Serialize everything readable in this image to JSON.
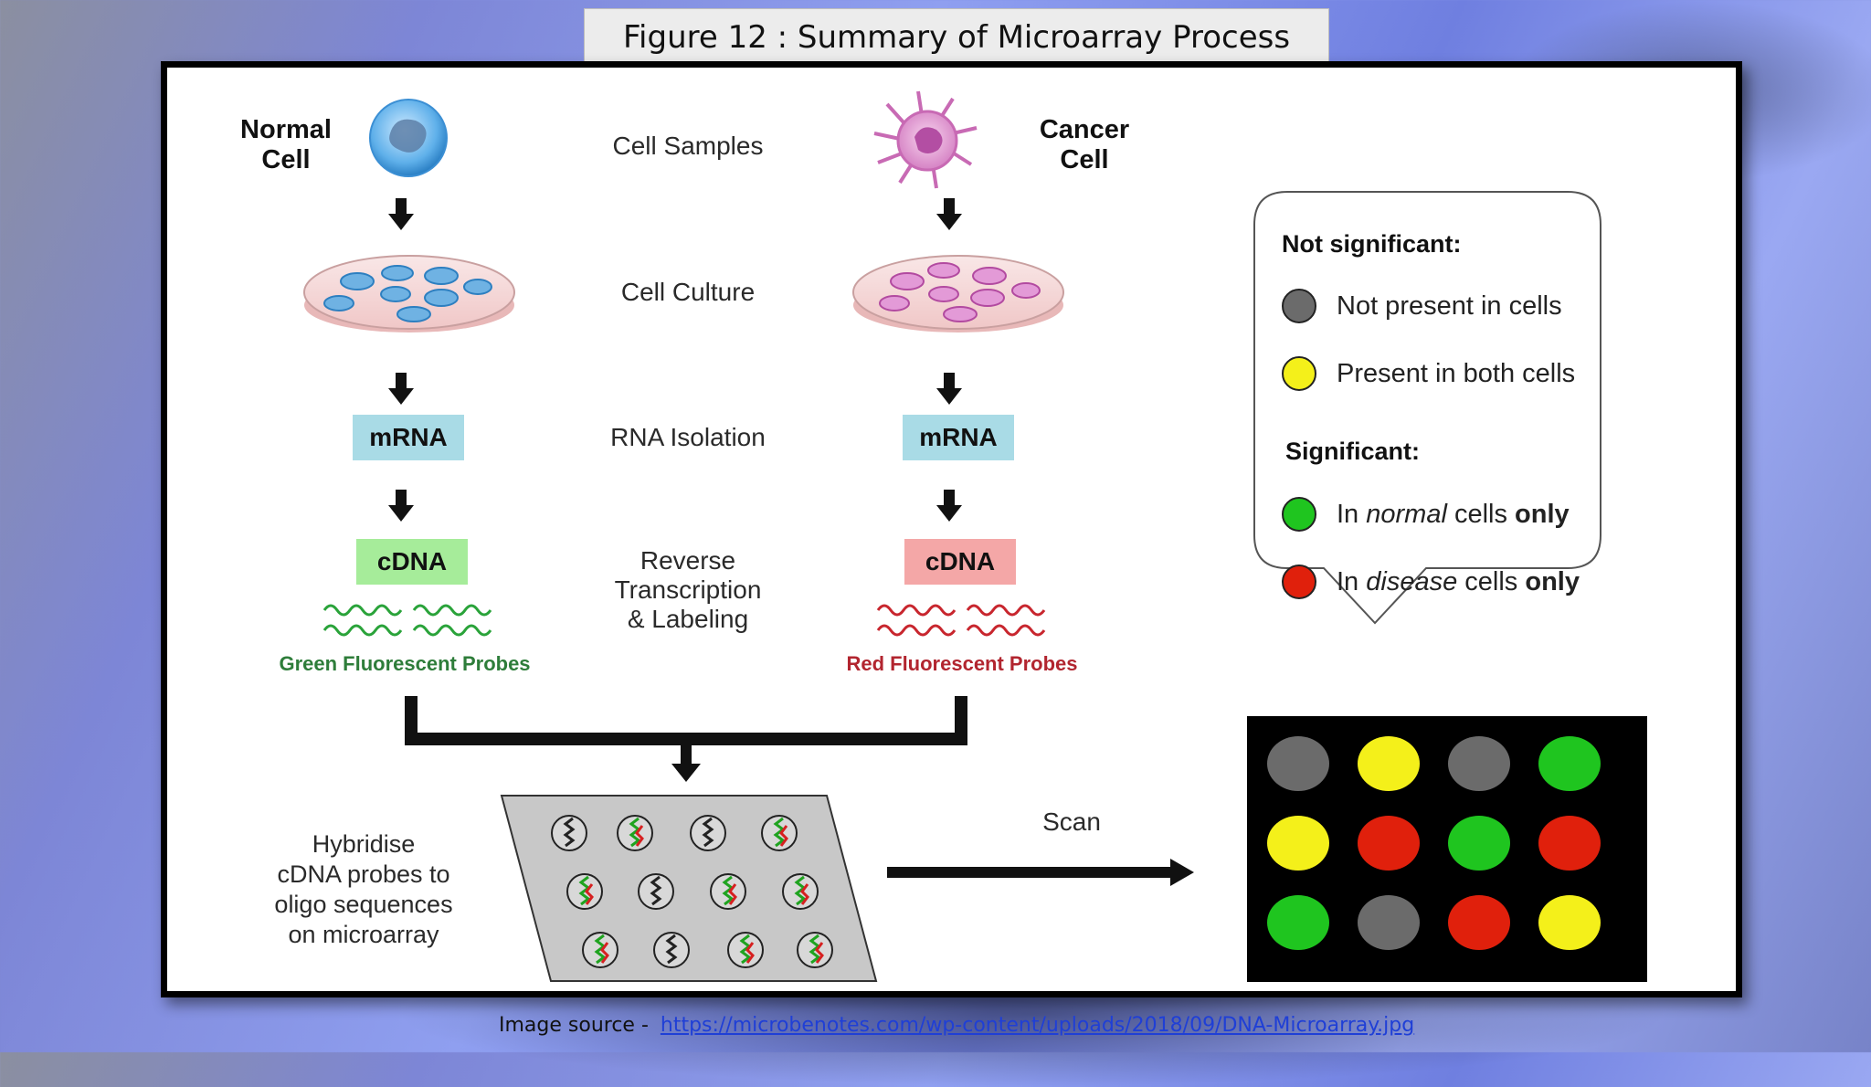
{
  "title": "Figure 12 : Summary of Microarray Process",
  "diagram": {
    "left_cell_label_line1": "Normal",
    "left_cell_label_line2": "Cell",
    "right_cell_label_line1": "Cancer",
    "right_cell_label_line2": "Cell",
    "steps": {
      "cell_samples": "Cell Samples",
      "cell_culture": "Cell Culture",
      "rna_isolation": "RNA Isolation",
      "rt_line1": "Reverse",
      "rt_line2": "Transcription",
      "rt_line3": "& Labeling"
    },
    "left_mrna": "mRNA",
    "right_mrna": "mRNA",
    "left_cdna": "cDNA",
    "right_cdna": "cDNA",
    "green_probes": "Green Fluorescent Probes",
    "red_probes": "Red Fluorescent Probes",
    "hybridise_line1": "Hybridise",
    "hybridise_line2": "cDNA probes to",
    "hybridise_line3": "oligo sequences",
    "hybridise_line4": "on microarray",
    "scan": "Scan"
  },
  "legend": {
    "not_significant_heading": "Not significant:",
    "significant_heading": "Significant:",
    "not_present": "Not present in cells",
    "both": "Present in both cells",
    "normal_pre": "In ",
    "normal_italic": "normal",
    "normal_mid": " cells ",
    "normal_bold": "only",
    "disease_pre": "In ",
    "disease_italic": "disease",
    "disease_mid": " cells ",
    "disease_bold": "only"
  },
  "colors": {
    "grey": "#6b6b6b",
    "yellow": "#f4f01a",
    "green": "#1fc51f",
    "red": "#e0200c",
    "mrna_box": "#a9dbe6",
    "cdna_green_box": "#a6ec9a",
    "cdna_red_box": "#f4a7a7",
    "green_probe_text": "#2e7d3a",
    "red_probe_text": "#b2252f"
  },
  "array_grid": [
    [
      "grey",
      "yellow",
      "grey",
      "green"
    ],
    [
      "yellow",
      "red",
      "green",
      "red"
    ],
    [
      "green",
      "grey",
      "red",
      "yellow"
    ]
  ],
  "source": {
    "prefix": "Image source -",
    "url": "https://microbenotes.com/wp-content/uploads/2018/09/DNA-Microarray.jpg"
  }
}
